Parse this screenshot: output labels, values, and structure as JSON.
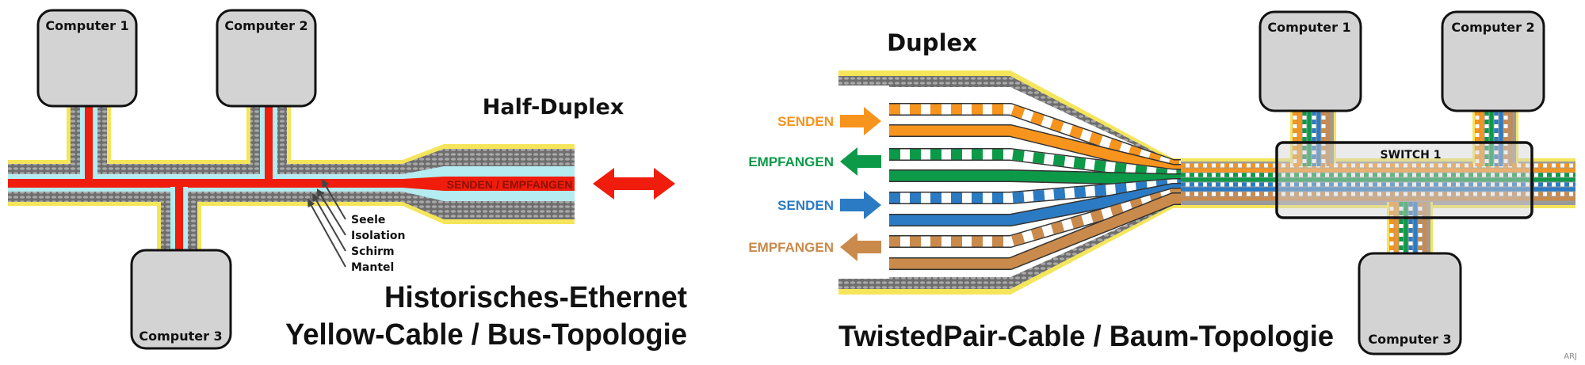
{
  "left": {
    "computers": [
      "Computer 1",
      "Computer 2",
      "Computer 3"
    ],
    "mode_title": "Half-Duplex",
    "signal_label": "SENDEN / EMPFANGEN",
    "layers": [
      "Seele",
      "Isolation",
      "Schirm",
      "Mantel"
    ],
    "title_line1": "Historisches-Ethernet",
    "title_line2": "Yellow-Cable / Bus-Topologie"
  },
  "right": {
    "mode_title": "Duplex",
    "pairs": [
      {
        "label": "SENDEN",
        "color": "#f7941d",
        "direction": "right"
      },
      {
        "label": "EMPFANGEN",
        "color": "#0c9a48",
        "direction": "left"
      },
      {
        "label": "SENDEN",
        "color": "#2b7bc4",
        "direction": "right"
      },
      {
        "label": "EMPFANGEN",
        "color": "#c98a4b",
        "direction": "left"
      }
    ],
    "computers": [
      "Computer 1",
      "Computer 2",
      "Computer 3"
    ],
    "switch_label": "SWITCH 1",
    "title": "TwistedPair-Cable / Baum-Topologie"
  },
  "signature": "ARJ",
  "colors": {
    "jacket": "#f5e55a",
    "shield": "#7a7a7a",
    "insulation": "#b4ecf2",
    "core": "#f01c0c",
    "device": "#d3d3d3"
  }
}
